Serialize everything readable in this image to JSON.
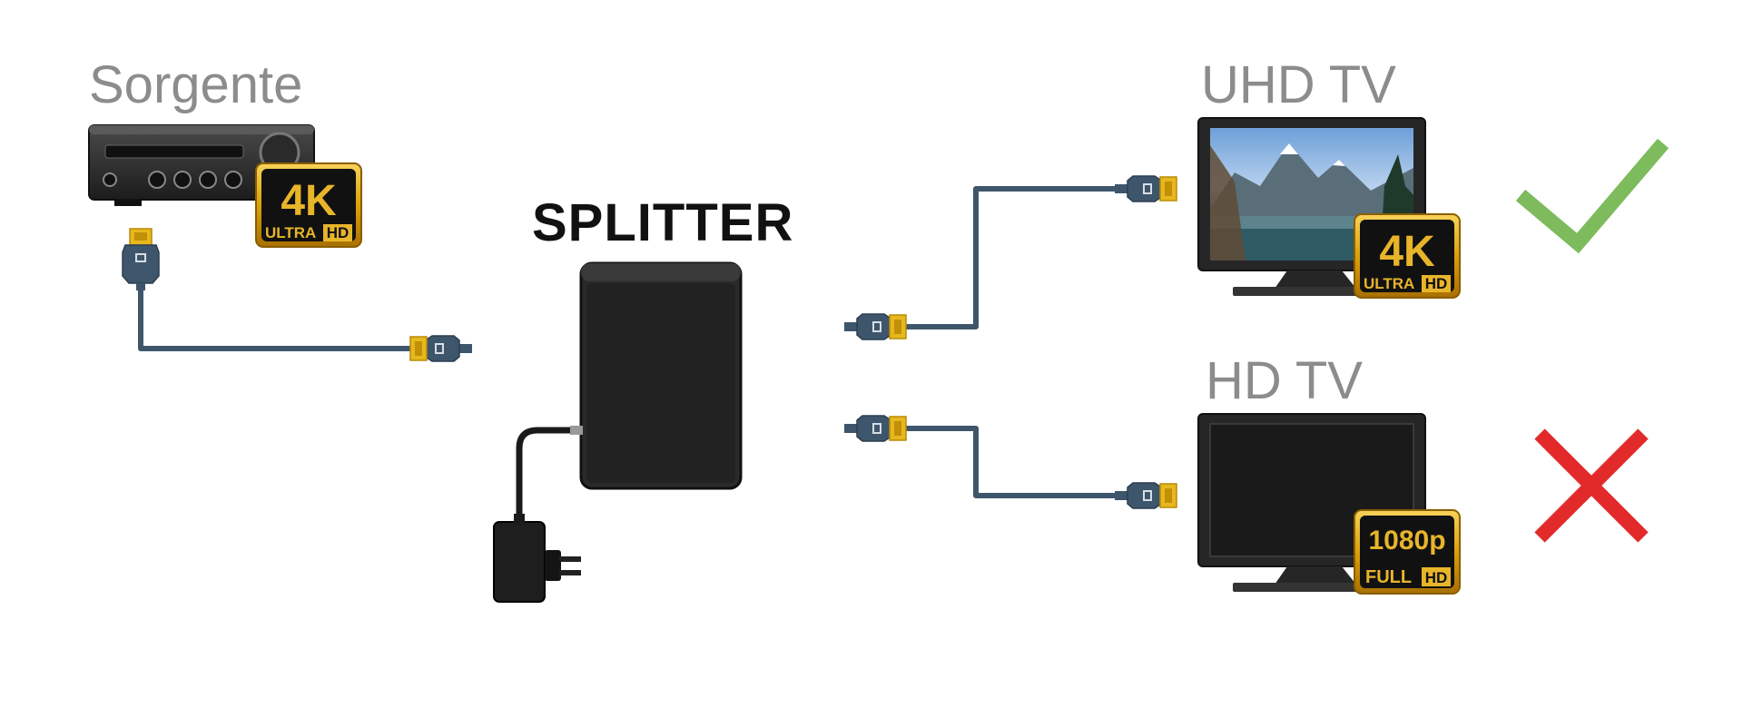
{
  "labels": {
    "source": "Sorgente",
    "splitter": "SPLITTER",
    "uhd_tv": "UHD TV",
    "hd_tv": "HD TV"
  },
  "badges": {
    "source": {
      "main": "4K",
      "left": "ULTRA",
      "right": "HD"
    },
    "uhd_tv": {
      "main": "4K",
      "left": "ULTRA",
      "right": "HD"
    },
    "hd_tv": {
      "main": "1080p",
      "left": "FULL",
      "right": "HD"
    }
  },
  "status": {
    "uhd_tv": "check",
    "hd_tv": "cross"
  },
  "colors": {
    "cable": "#3e566c",
    "connector_gold": "#e6b81e",
    "badge_gold": "#d9a20c",
    "device_dark": "#1f1f1f",
    "label_gray": "#8c8c8c",
    "check_green": "#7dbb5d",
    "cross_red": "#e22a2a"
  }
}
